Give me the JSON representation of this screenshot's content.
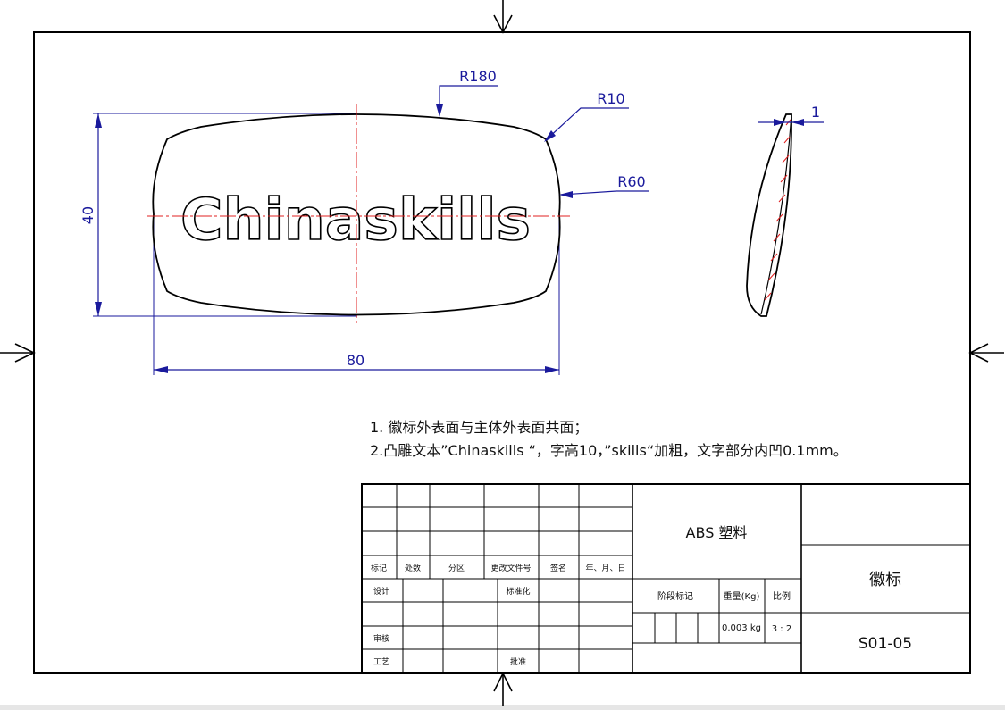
{
  "dimensions": {
    "r180": "R180",
    "r10": "R10",
    "r60": "R60",
    "height": "40",
    "width": "80",
    "thickness": "1"
  },
  "logo_text": "Chinaskills",
  "notes": {
    "line1": "1. 徽标外表面与主体外表面共面；",
    "line2": "2.凸雕文本”Chinaskills “，字高10，”skills“加粗，文字部分内凹0.1mm。"
  },
  "title_block": {
    "headers": {
      "mark": "标记",
      "count": "处数",
      "zone": "分区",
      "change_doc": "更改文件号",
      "sign": "签名",
      "date": "年、月、日"
    },
    "roles": {
      "design": "设计",
      "standard": "标准化",
      "review": "审核",
      "process": "工艺",
      "approve": "批准"
    },
    "material": "ABS 塑料",
    "stage_mark": "阶段标记",
    "weight_label": "重量(Kg)",
    "scale_label": "比例",
    "weight_value": "0.003 kg",
    "scale_value": "3 : 2",
    "part_name": "徽标",
    "drawing_no": "S01-05"
  },
  "colors": {
    "dimension": "#1a1a9c",
    "centerline": "#e02020",
    "outline": "#000000"
  }
}
